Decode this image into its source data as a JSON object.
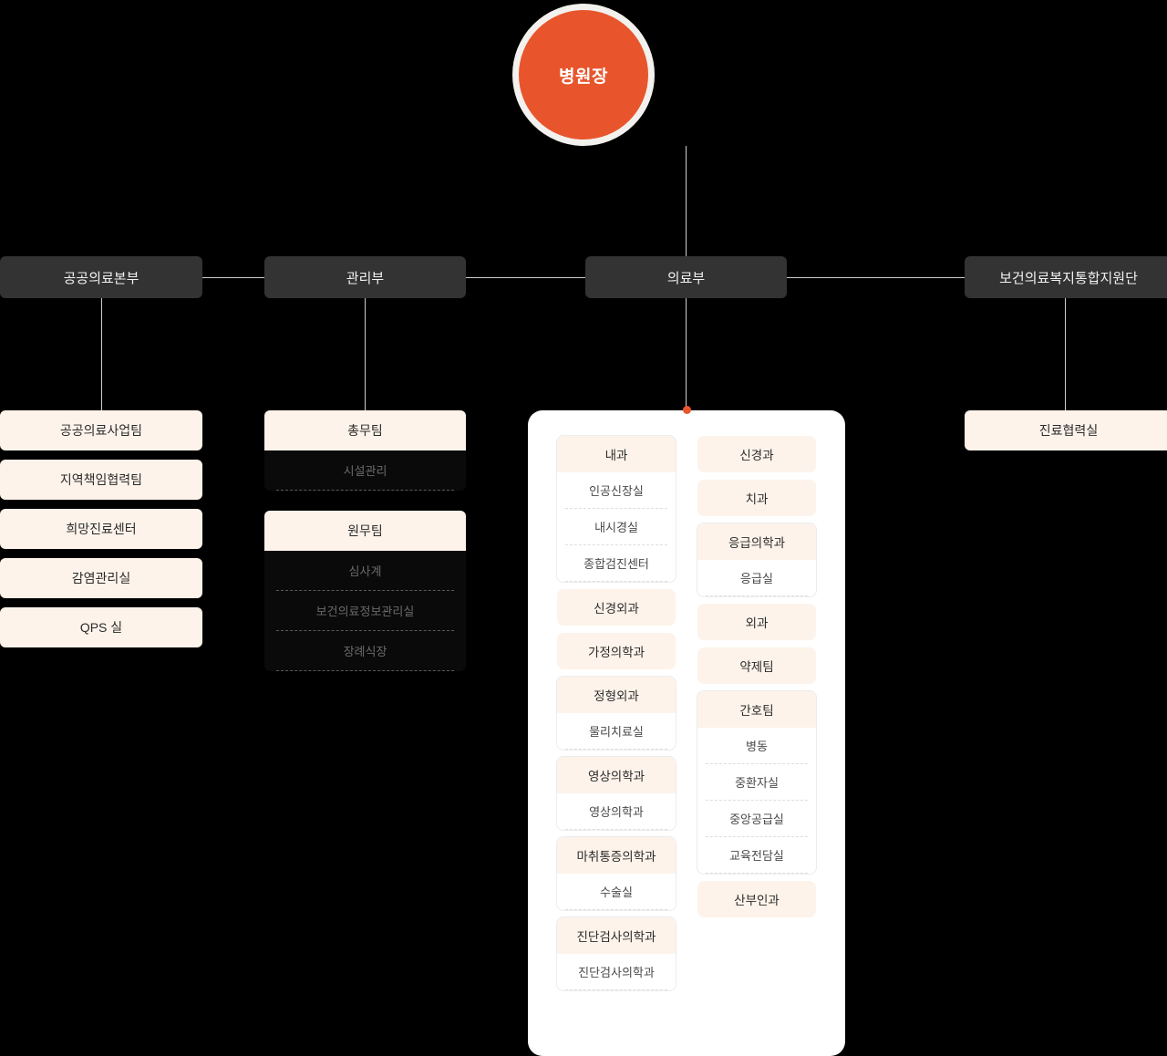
{
  "colors": {
    "background": "#000000",
    "accent": "#E8552D",
    "cream": "#FDF3EA",
    "dept_box": "#333333",
    "card": "#FFFFFF",
    "connector": "#CFCFCF"
  },
  "root": {
    "label": "병원장"
  },
  "top_departments": [
    {
      "label": "공공의료본부"
    },
    {
      "label": "관리부"
    },
    {
      "label": "의료부"
    },
    {
      "label": "보건의료복지통합지원단"
    }
  ],
  "public_health_division": {
    "items": [
      {
        "label": "공공의료사업팀"
      },
      {
        "label": "지역책임협력팀"
      },
      {
        "label": "희망진료센터"
      },
      {
        "label": "감염관리실"
      },
      {
        "label": "QPS 실"
      }
    ]
  },
  "admin_division": {
    "groups": [
      {
        "label": "총무팀",
        "subs": [
          {
            "label": "시설관리"
          }
        ]
      },
      {
        "label": "원무팀",
        "subs": [
          {
            "label": "심사계"
          },
          {
            "label": "보건의료정보관리실"
          },
          {
            "label": "장례식장"
          }
        ]
      }
    ]
  },
  "medical_division": {
    "left_column": [
      {
        "label": "내과",
        "subs": [
          {
            "label": "인공신장실"
          },
          {
            "label": "내시경실"
          },
          {
            "label": "종합검진센터"
          }
        ]
      },
      {
        "label": "신경외과",
        "subs": []
      },
      {
        "label": "가정의학과",
        "subs": []
      },
      {
        "label": "정형외과",
        "subs": [
          {
            "label": "물리치료실"
          }
        ]
      },
      {
        "label": "영상의학과",
        "subs": [
          {
            "label": "영상의학과"
          }
        ]
      },
      {
        "label": "마취통증의학과",
        "subs": [
          {
            "label": "수술실"
          }
        ]
      },
      {
        "label": "진단검사의학과",
        "subs": [
          {
            "label": "진단검사의학과"
          }
        ]
      }
    ],
    "right_column": [
      {
        "label": "신경과",
        "subs": []
      },
      {
        "label": "치과",
        "subs": []
      },
      {
        "label": "응급의학과",
        "subs": [
          {
            "label": "응급실"
          }
        ]
      },
      {
        "label": "외과",
        "subs": []
      },
      {
        "label": "약제팀",
        "subs": []
      },
      {
        "label": "간호팀",
        "subs": [
          {
            "label": "병동"
          },
          {
            "label": "중환자실"
          },
          {
            "label": "중앙공급실"
          },
          {
            "label": "교육전담실"
          }
        ]
      },
      {
        "label": "산부인과",
        "subs": []
      }
    ]
  },
  "welfare_division": {
    "items": [
      {
        "label": "진료협력실"
      }
    ]
  }
}
